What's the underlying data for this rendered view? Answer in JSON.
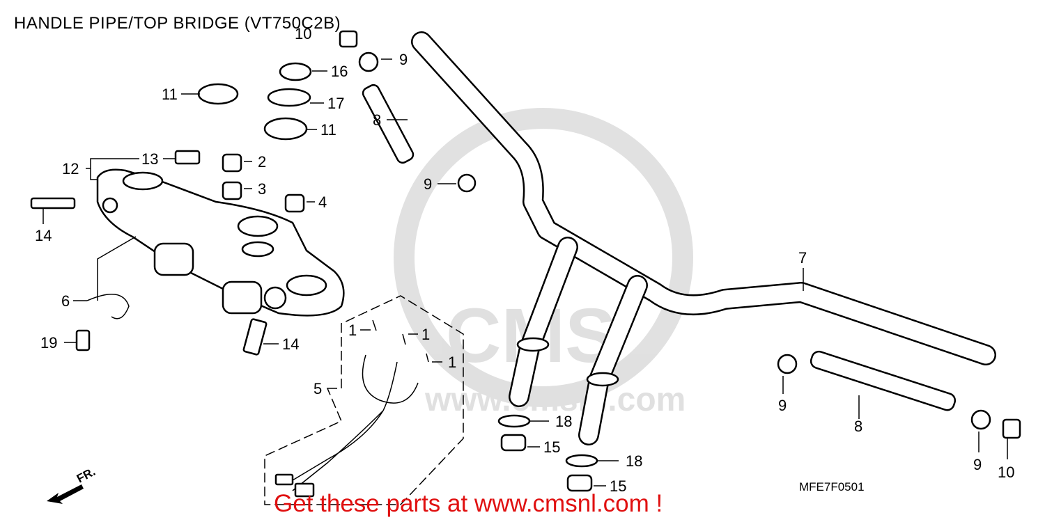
{
  "title": "HANDLE PIPE/TOP BRIDGE (VT750C2B)",
  "drawing_code": "MFE7F0501",
  "promo_text": "Get these parts at www.cmsnl.com !",
  "watermark_text": "CMS www.cmsnl.com",
  "front_marker": "FR.",
  "callouts": [
    "1",
    "1",
    "1",
    "2",
    "3",
    "4",
    "5",
    "6",
    "7",
    "8",
    "8",
    "9",
    "9",
    "9",
    "9",
    "10",
    "10",
    "11",
    "11",
    "12",
    "13",
    "14",
    "14",
    "15",
    "15",
    "16",
    "17",
    "18",
    "18",
    "19"
  ]
}
